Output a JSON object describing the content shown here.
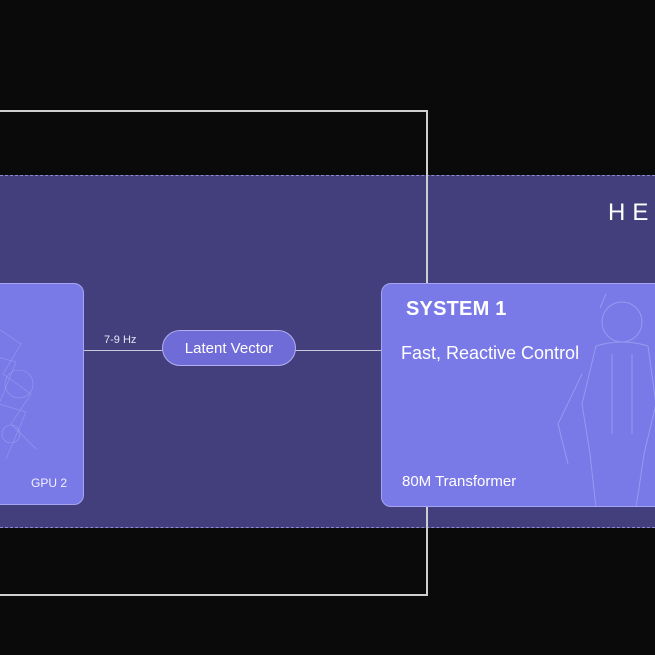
{
  "brand": {
    "text": "HE"
  },
  "left_node": {
    "label": "GPU 2"
  },
  "link": {
    "frequency": "7-9 Hz"
  },
  "latent": {
    "label": "Latent Vector"
  },
  "system1": {
    "title": "SYSTEM 1",
    "subtitle": "Fast, Reactive Control",
    "model": "80M Transformer"
  },
  "colors": {
    "background": "#0a0a0a",
    "band": "#433f7d",
    "card": "#7a79e8",
    "outline": "#cfcfcf",
    "text": "#ffffff"
  }
}
